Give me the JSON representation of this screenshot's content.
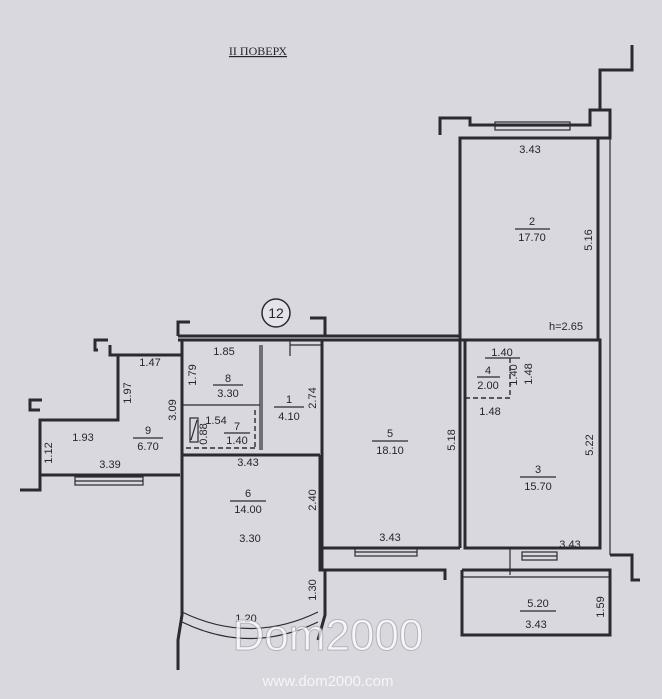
{
  "floor_title": "II ПОВЕРХ",
  "section_number": "12",
  "ceiling_height": "h=2.65",
  "rooms": [
    {
      "id": "1",
      "area": "4.10"
    },
    {
      "id": "2",
      "area": "17.70"
    },
    {
      "id": "3",
      "area": "15.70"
    },
    {
      "id": "4",
      "area": "2.00"
    },
    {
      "id": "5",
      "area": "18.10"
    },
    {
      "id": "6",
      "area": "14.00"
    },
    {
      "id": "7",
      "area": "1.40"
    },
    {
      "id": "8",
      "area": "3.30"
    },
    {
      "id": "9",
      "area": "6.70"
    }
  ],
  "balcony_area": "5.20",
  "dimensions": [
    "3.43",
    "5.16",
    "1.85",
    "1.79",
    "2.74",
    "1.47",
    "1.97",
    "3.09",
    "1.93",
    "1.12",
    "3.39",
    "1.54",
    "0.88",
    "3.43",
    "2.40",
    "3.30",
    "1.30",
    "1.20",
    "5.18",
    "3.43",
    "1.40",
    "1.40",
    "1.48",
    "1.48",
    "5.22",
    "3.43",
    "1.59",
    "3.43"
  ],
  "watermark": {
    "brand": "Dom2000",
    "url": "www.dom2000.com"
  }
}
